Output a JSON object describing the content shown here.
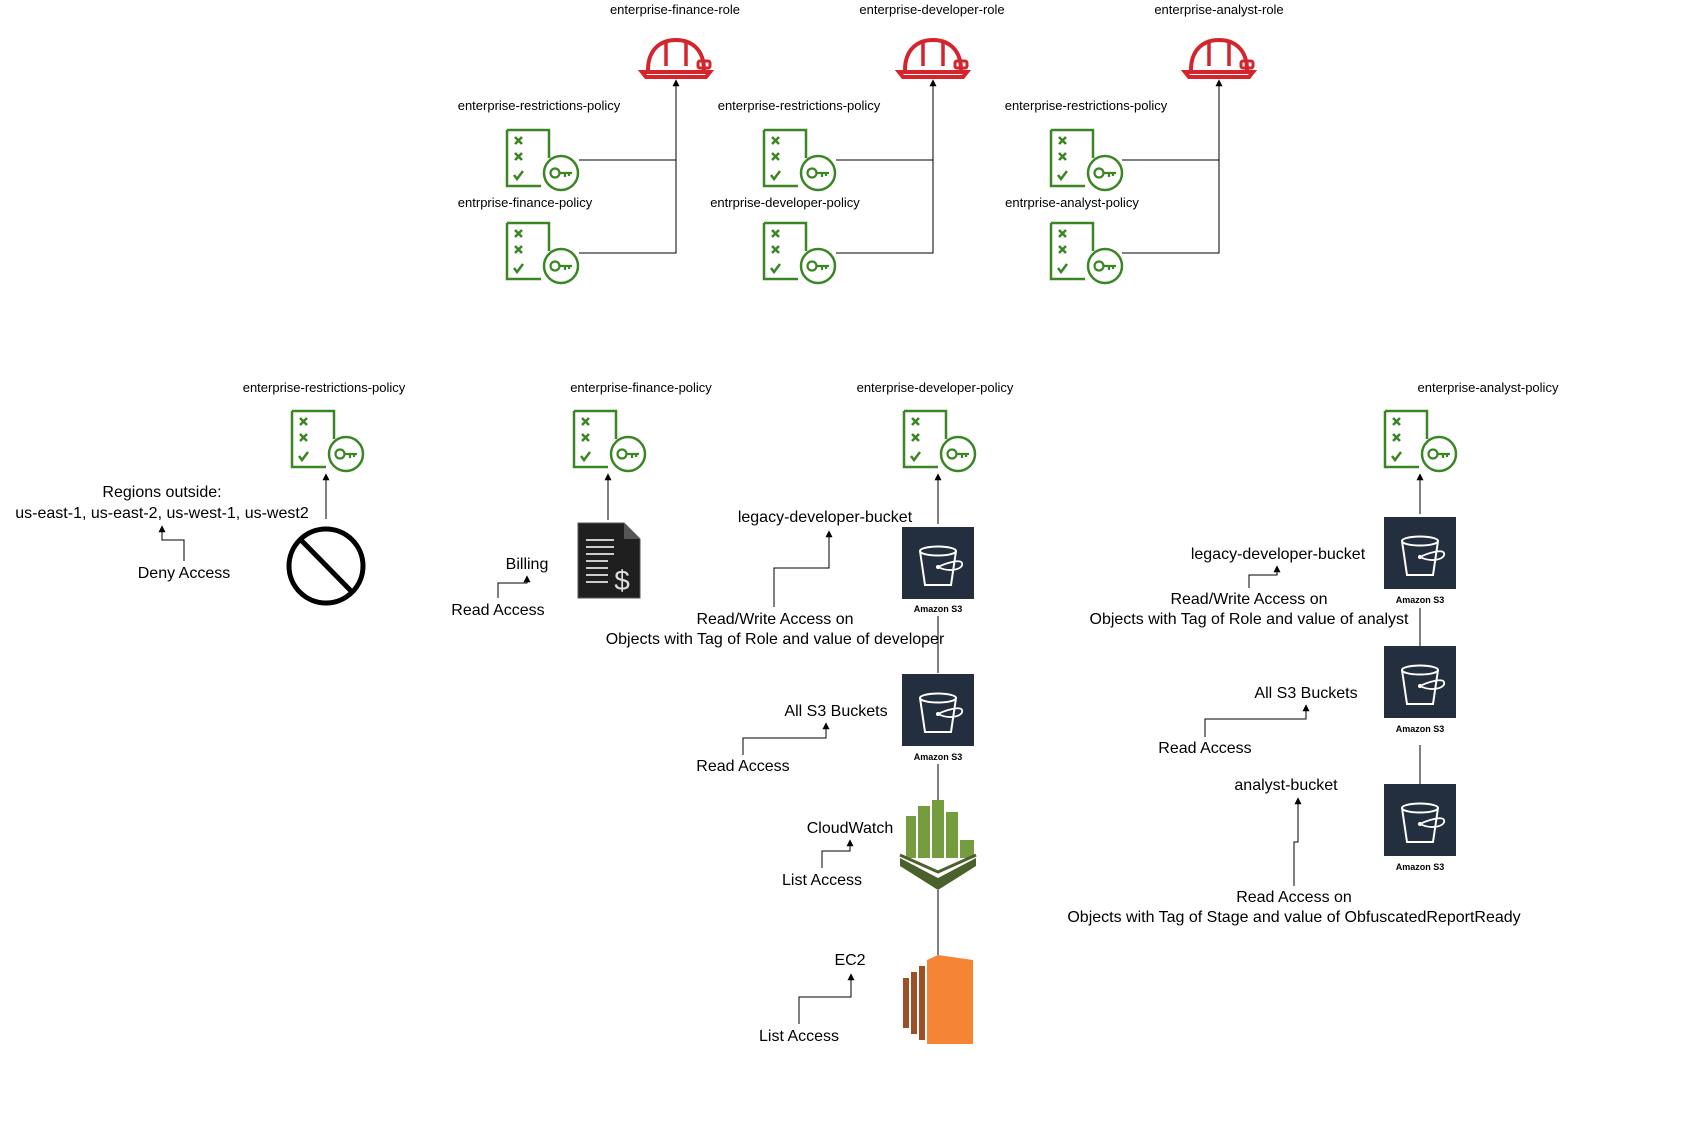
{
  "roles": [
    {
      "name": "enterprise-finance-role",
      "policy_a": "enterprise-restrictions-policy",
      "policy_b": "entrprise-finance-policy"
    },
    {
      "name": "enterprise-developer-role",
      "policy_a": "enterprise-restrictions-policy",
      "policy_b": "entrprise-developer-policy"
    },
    {
      "name": "enterprise-analyst-role",
      "policy_a": "enterprise-restrictions-policy",
      "policy_b": "entrprise-analyst-policy"
    }
  ],
  "restrictions": {
    "policy": "enterprise-restrictions-policy",
    "regions_line1": "Regions outside:",
    "regions_line2": "us-east-1, us-east-2, us-west-1, us-west2",
    "access": "Deny Access"
  },
  "finance": {
    "policy": "enterprise-finance-policy",
    "resource": "Billing",
    "access": "Read Access"
  },
  "developer": {
    "policy": "enterprise-developer-policy",
    "bucket_label": "legacy-developer-bucket",
    "bucket_access_line1": "Read/Write Access on",
    "bucket_access_line2": "Objects with Tag of Role and value of developer",
    "s3_label": "All S3 Buckets",
    "s3_access": "Read Access",
    "cw_label": "CloudWatch",
    "cw_access": "List Access",
    "ec2_label": "EC2",
    "ec2_access": "List Access"
  },
  "analyst": {
    "policy": "enterprise-analyst-policy",
    "bucket_label": "legacy-developer-bucket",
    "bucket_access_line1": "Read/Write Access on",
    "bucket_access_line2": "Objects with Tag of Role and value of analyst",
    "s3_label": "All S3 Buckets",
    "s3_access": "Read Access",
    "analyst_bucket_label": "analyst-bucket",
    "analyst_access_line1": "Read Access on",
    "analyst_access_line2": "Objects with Tag of Stage and value of ObfuscatedReportReady"
  },
  "s3_caption": "Amazon S3",
  "colors": {
    "policy_green": "#3b8624",
    "role_red": "#d6242d",
    "s3_dark": "#232f3e",
    "cloudwatch_green": "#759c3e",
    "ec2_orange": "#f58534"
  }
}
